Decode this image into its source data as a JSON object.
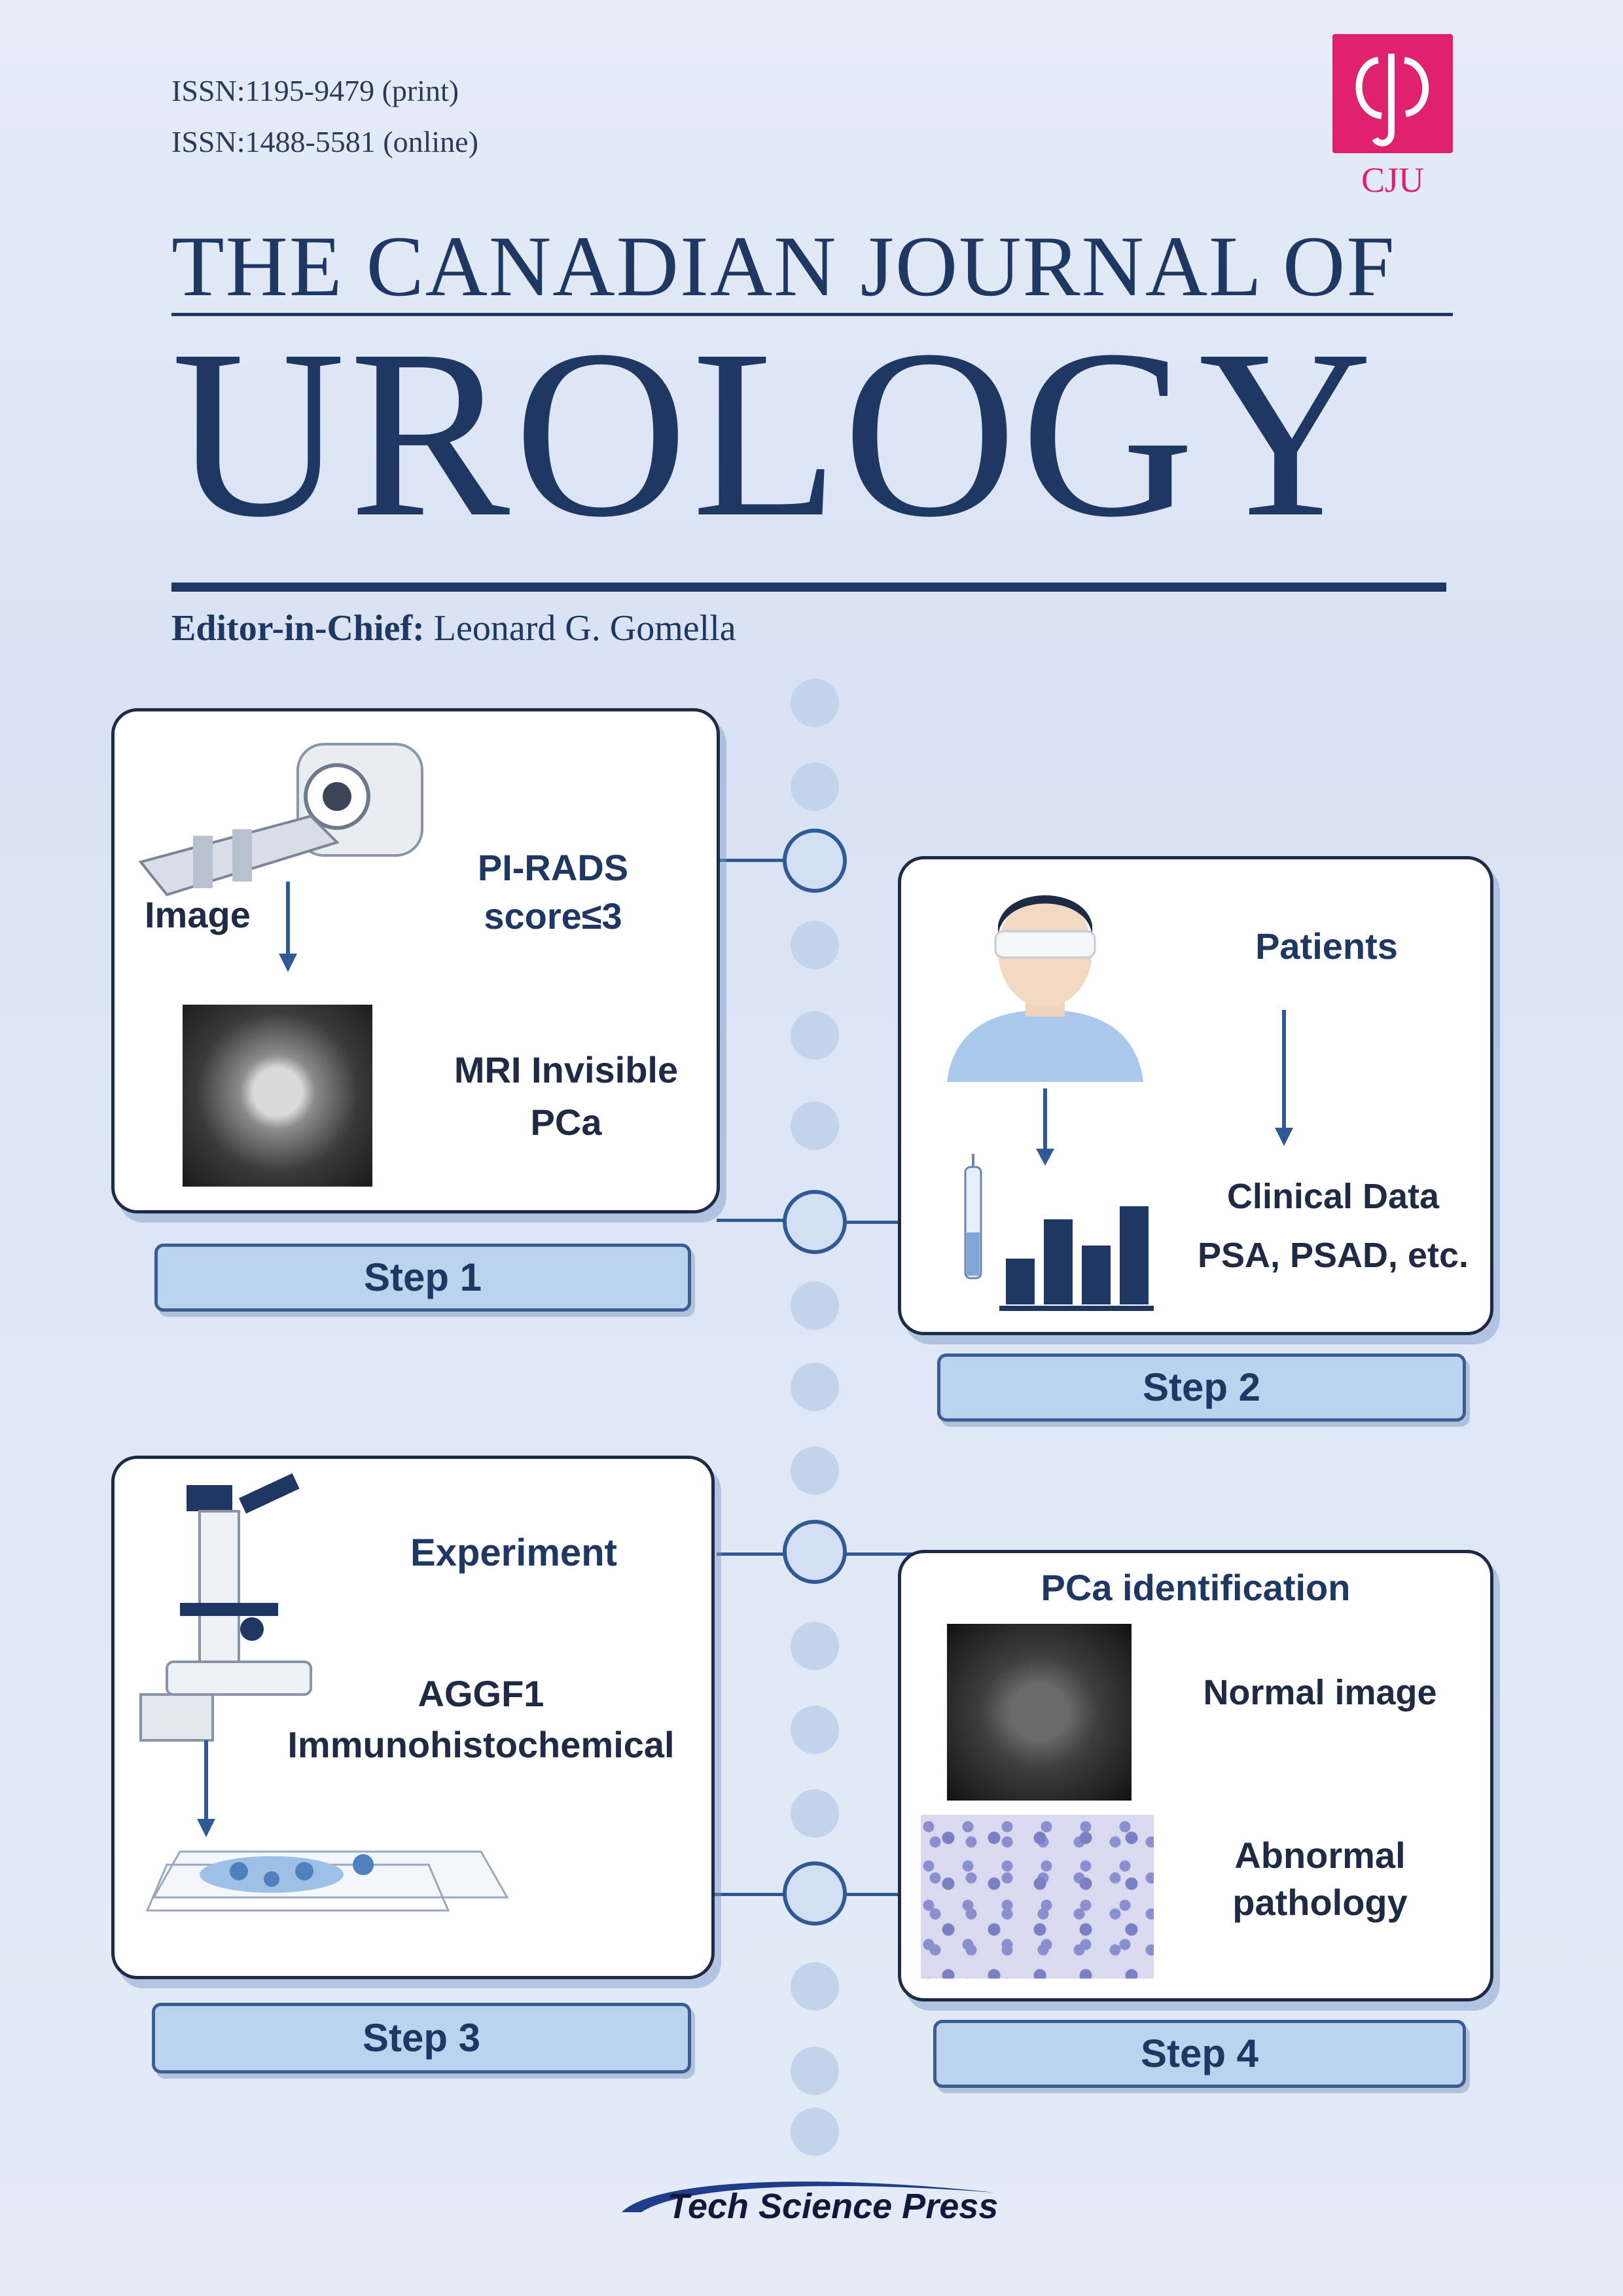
{
  "header": {
    "issn_print": "ISSN:1195-9479 (print)",
    "issn_online": "ISSN:1488-5581 (online)",
    "logo_text": "CJU",
    "title_line1": "THE CANADIAN JOURNAL OF",
    "title_main": "UROLOGY",
    "editor_label": "Editor-in-Chief:",
    "editor_name": "Leonard G. Gomella"
  },
  "steps": {
    "step1": {
      "image_label": "Image",
      "pirads_line1": "PI-RADS",
      "pirads_line2": "score≤3",
      "mri_line1": "MRI Invisible",
      "mri_line2": "PCa",
      "button": "Step 1"
    },
    "step2": {
      "patients_label": "Patients",
      "clinical_line1": "Clinical Data",
      "clinical_line2": "PSA, PSAD, etc.",
      "button": "Step 2"
    },
    "step3": {
      "experiment_label": "Experiment",
      "aggf1_line1": "AGGF1",
      "aggf1_line2": "Immunohistochemical",
      "button": "Step 3"
    },
    "step4": {
      "title": "PCa identification",
      "normal_label": "Normal image",
      "abnormal_line1": "Abnormal",
      "abnormal_line2": "pathology",
      "button": "Step 4"
    }
  },
  "footer": {
    "publisher": "Tech Science Press"
  },
  "colors": {
    "navy": "#1f3763",
    "brand_pink": "#e0216e",
    "step_fill": "#bcd3ef"
  }
}
